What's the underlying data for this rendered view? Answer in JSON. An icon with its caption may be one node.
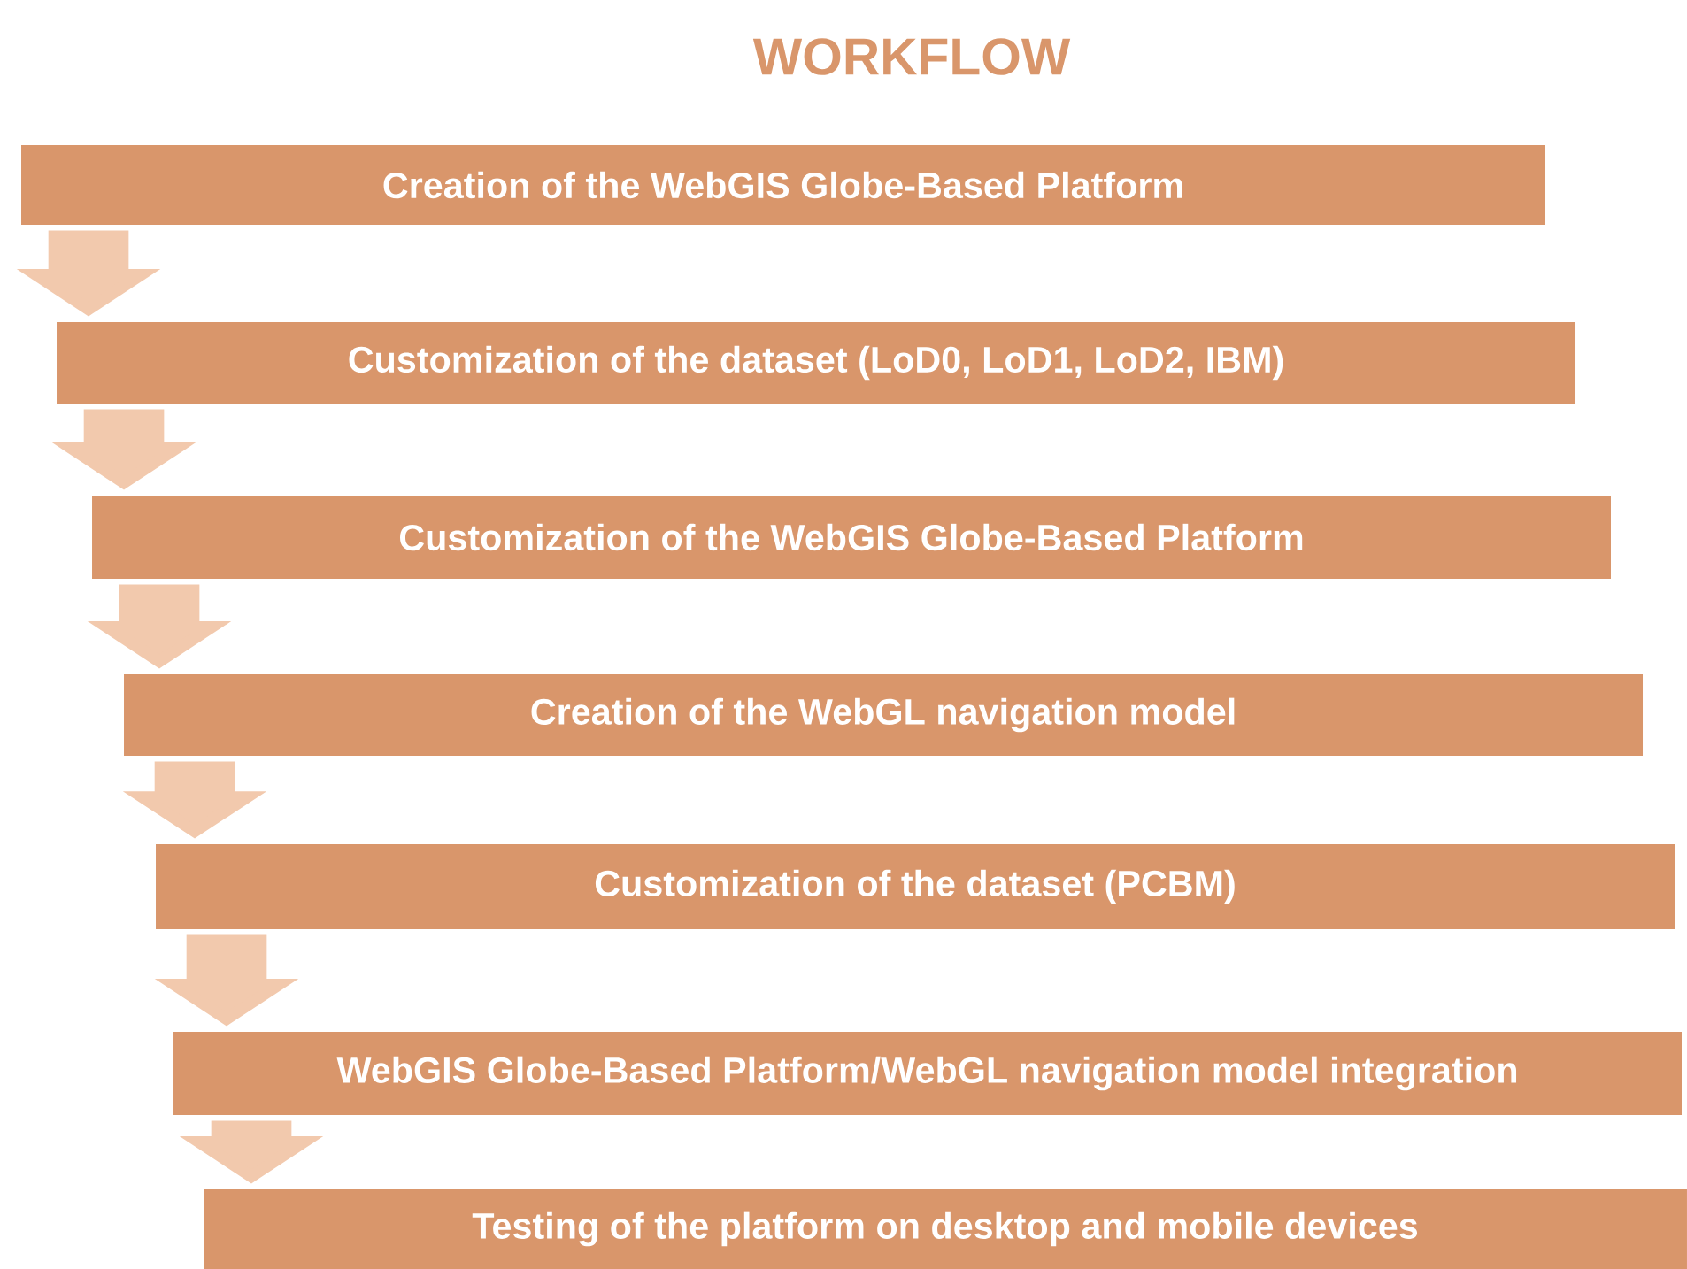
{
  "diagram": {
    "title": "WORKFLOW",
    "nodes": [
      {
        "text": [
          "Creation of the WebGIS Globe-Based Platform"
        ]
      },
      {
        "text": [
          "Customization of the dataset (LoD0, LoD1, LoD2, IBM)"
        ]
      },
      {
        "text": [
          "Customization of the WebGIS Globe-Based Platform"
        ]
      },
      {
        "text": [
          "Creation of the WebGL navigation model"
        ]
      },
      {
        "text": [
          "Customization of the dataset (PCBM)"
        ]
      },
      {
        "text": [
          "WebGIS Globe-Based Platform/WebGL navigation model integration"
        ]
      },
      {
        "text": [
          "Testing of the platform on desktop and mobile devices"
        ]
      }
    ],
    "edges": [
      {
        "from": 0,
        "to": 1,
        "arrow": "to"
      },
      {
        "from": 1,
        "to": 2,
        "arrow": "to"
      },
      {
        "from": 2,
        "to": 3,
        "arrow": "to"
      },
      {
        "from": 3,
        "to": 4,
        "arrow": "to"
      },
      {
        "from": 4,
        "to": 5,
        "arrow": "to"
      },
      {
        "from": 5,
        "to": 6,
        "arrow": "to"
      }
    ]
  }
}
